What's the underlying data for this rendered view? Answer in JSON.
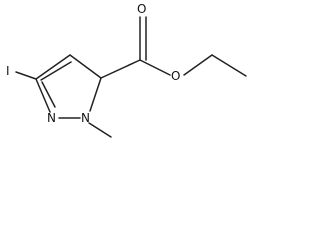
{
  "molecule": {
    "atoms": {
      "iodine": "I",
      "ring_nitrogen": "N",
      "methyl_nitrogen": "N",
      "carbonyl_oxygen": "O",
      "ester_oxygen": "O"
    }
  }
}
